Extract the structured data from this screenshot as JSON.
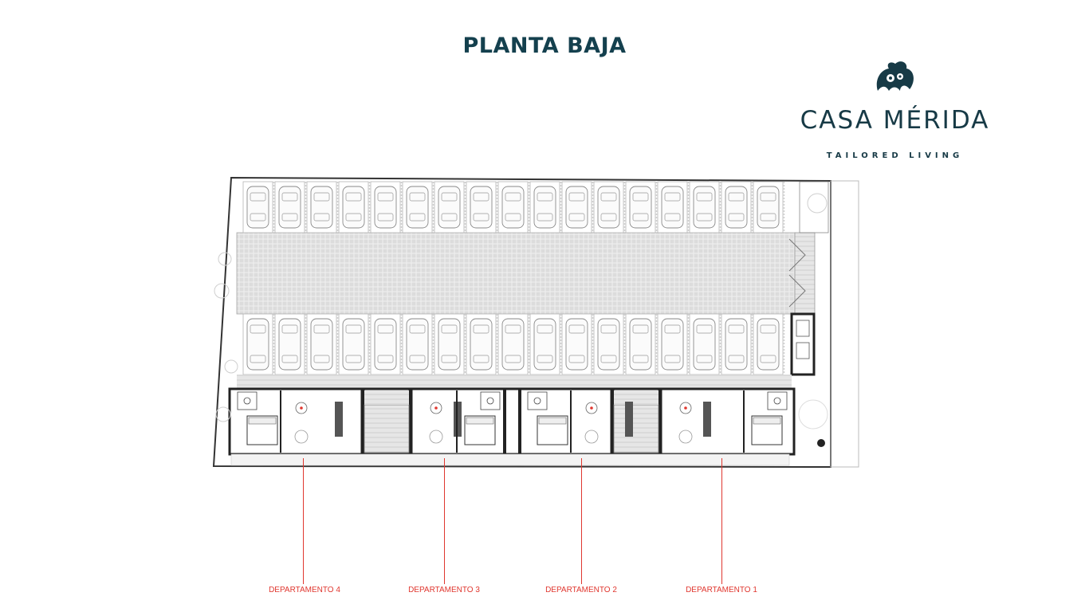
{
  "title": "PLANTA BAJA",
  "brand": {
    "name": "CASA MÉRIDA",
    "tagline": "TAILORED LIVING"
  },
  "units": [
    {
      "label": "DEPARTAMENTO 4"
    },
    {
      "label": "DEPARTAMENTO 3"
    },
    {
      "label": "DEPARTAMENTO 2"
    },
    {
      "label": "DEPARTAMENTO 1"
    }
  ],
  "colors": {
    "title": "#14404e",
    "brand": "#173a46",
    "accent": "#e0372f",
    "wall": "#2b2b2b"
  }
}
